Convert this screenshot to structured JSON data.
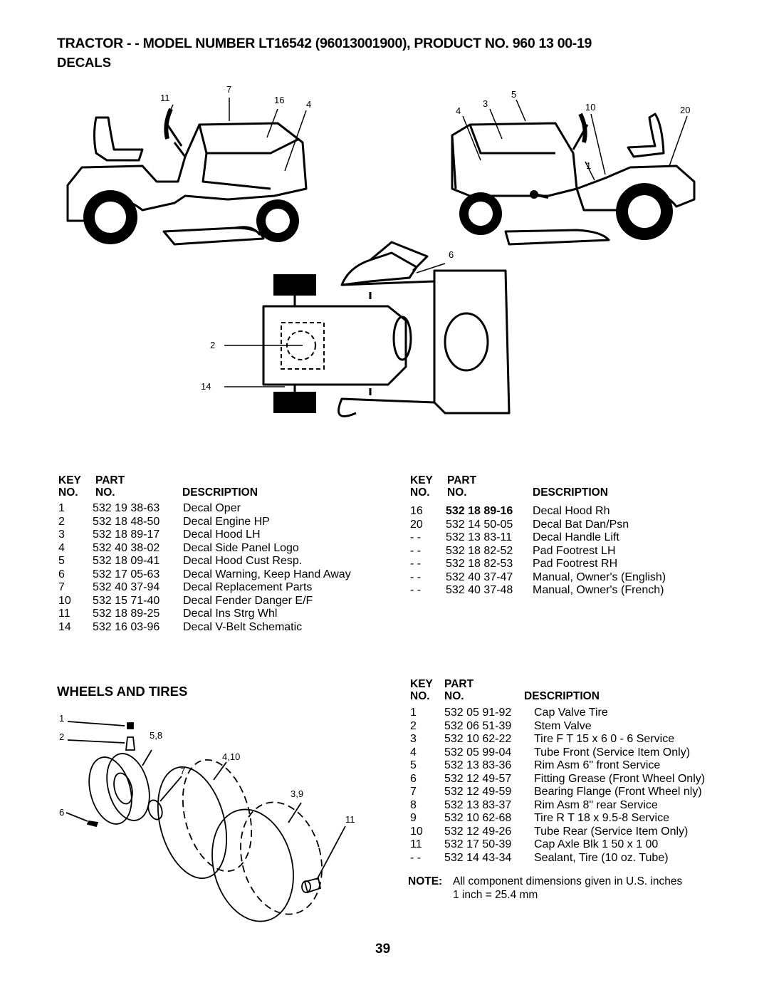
{
  "header": {
    "title": "TRACTOR - - MODEL NUMBER LT16542 (96013001900), PRODUCT NO. 960 13 00-19",
    "decals_section": "DECALS",
    "wheels_section": "WHEELS AND TIRES"
  },
  "callouts": {
    "left_view": [
      "11",
      "7",
      "16",
      "4"
    ],
    "right_view": [
      "4",
      "3",
      "5",
      "10",
      "20",
      "1"
    ],
    "top_view": [
      "6",
      "2",
      "14"
    ],
    "wheels": [
      "1",
      "2",
      "5,8",
      "4,10",
      "7",
      "3,9",
      "6",
      "11"
    ]
  },
  "table_headers": {
    "key": "KEY",
    "no": "NO.",
    "part": "PART",
    "part_no": "NO.",
    "description": "DESCRIPTION"
  },
  "decals_left": [
    {
      "key": "1",
      "part": "532 19 38-63",
      "desc": "Decal Oper"
    },
    {
      "key": "2",
      "part": "532 18 48-50",
      "desc": "Decal Engine HP"
    },
    {
      "key": "3",
      "part": "532 18 89-17",
      "desc": "Decal Hood LH"
    },
    {
      "key": "4",
      "part": "532 40 38-02",
      "desc": "Decal Side Panel Logo"
    },
    {
      "key": "5",
      "part": "532 18 09-41",
      "desc": "Decal Hood Cust Resp."
    },
    {
      "key": "6",
      "part": "532 17 05-63",
      "desc": "Decal Warning, Keep Hand Away"
    },
    {
      "key": "7",
      "part": "532 40 37-94",
      "desc": "Decal Replacement Parts"
    },
    {
      "key": "10",
      "part": "532 15 71-40",
      "desc": "Decal Fender Danger E/F"
    },
    {
      "key": "11",
      "part": "532 18 89-25",
      "desc": "Decal Ins Strg Whl"
    },
    {
      "key": "14",
      "part": "532 16 03-96",
      "desc": "Decal V-Belt  Schematic"
    }
  ],
  "decals_right": [
    {
      "key": "16",
      "part": "532 18 89-16",
      "desc": "Decal Hood Rh"
    },
    {
      "key": "20",
      "part": "532 14 50-05",
      "desc": "Decal Bat Dan/Psn"
    },
    {
      "key": "- -",
      "part": "532 13 83-11",
      "desc": "Decal Handle Lift"
    },
    {
      "key": "- -",
      "part": "532 18 82-52",
      "desc": "Pad Footrest LH"
    },
    {
      "key": "- -",
      "part": "532 18 82-53",
      "desc": "Pad Footrest RH"
    },
    {
      "key": "- -",
      "part": "532 40 37-47",
      "desc": "Manual, Owner's (English)"
    },
    {
      "key": "- -",
      "part": "532 40 37-48",
      "desc": "Manual, Owner's (French)"
    }
  ],
  "wheels": [
    {
      "key": "1",
      "part": "532 05 91-92",
      "desc": "Cap Valve Tire"
    },
    {
      "key": "2",
      "part": "532 06 51-39",
      "desc": "Stem Valve"
    },
    {
      "key": "3",
      "part": "532 10 62-22",
      "desc": "Tire F T 15 x 6 0 - 6 Service"
    },
    {
      "key": "4",
      "part": "532 05 99-04",
      "desc": "Tube Front (Service Item Only)"
    },
    {
      "key": "5",
      "part": "532 13 83-36",
      "desc": "Rim Asm 6\" front Service"
    },
    {
      "key": "6",
      "part": "532 12 49-57",
      "desc": "Fitting Grease (Front Wheel Only)"
    },
    {
      "key": "7",
      "part": "532 12 49-59",
      "desc": "Bearing Flange (Front Wheel nly)"
    },
    {
      "key": "8",
      "part": "532 13 83-37",
      "desc": "Rim Asm 8\" rear Service"
    },
    {
      "key": "9",
      "part": "532 10 62-68",
      "desc": "Tire R T 18 x 9.5-8 Service"
    },
    {
      "key": "10",
      "part": "532 12 49-26",
      "desc": "Tube Rear (Service Item Only)"
    },
    {
      "key": "11",
      "part": "532 17 50-39",
      "desc": "Cap Axle Blk 1 50 x 1 00"
    },
    {
      "key": "- -",
      "part": "532 14 43-34",
      "desc": "Sealant, Tire (10 oz. Tube)"
    }
  ],
  "note": {
    "label": "NOTE:",
    "line1": "All component dimensions given in U.S. inches",
    "line2": "1 inch = 25.4 mm"
  },
  "page_number": "39"
}
